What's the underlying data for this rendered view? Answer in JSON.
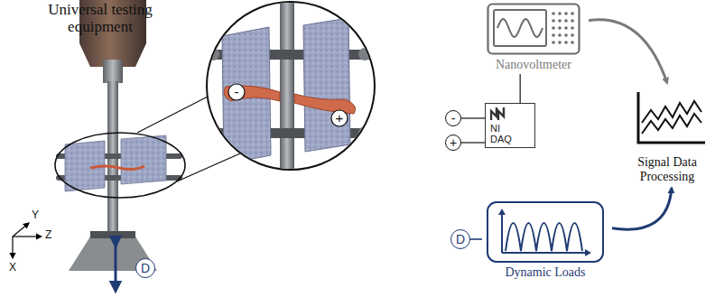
{
  "diagram": {
    "nodes": [
      {
        "text": [
          "Nanovoltmeter"
        ]
      },
      {
        "text": [
          "NI DAQ"
        ]
      },
      {
        "text": [
          "Dynamic Loads"
        ]
      },
      {
        "text": [
          "Signal Data Processing"
        ]
      },
      {
        "text": [
          "-"
        ]
      },
      {
        "text": [
          "+"
        ]
      },
      {
        "text": [
          "D"
        ]
      },
      {
        "text": [
          "D"
        ]
      }
    ],
    "edges": [
      {
        "from": 1,
        "to": 0,
        "arrow": "none"
      },
      {
        "from": 0,
        "to": 3,
        "arrow": "to"
      },
      {
        "from": 2,
        "to": 3,
        "arrow": "to"
      },
      {
        "from": 4,
        "to": 1,
        "arrow": "none"
      },
      {
        "from": 5,
        "to": 1,
        "arrow": "none"
      },
      {
        "from": 6,
        "to": 2,
        "arrow": "none"
      }
    ],
    "labels": [
      "Universal testing equipment",
      "-",
      "+",
      "Y",
      "Z",
      "X"
    ]
  }
}
